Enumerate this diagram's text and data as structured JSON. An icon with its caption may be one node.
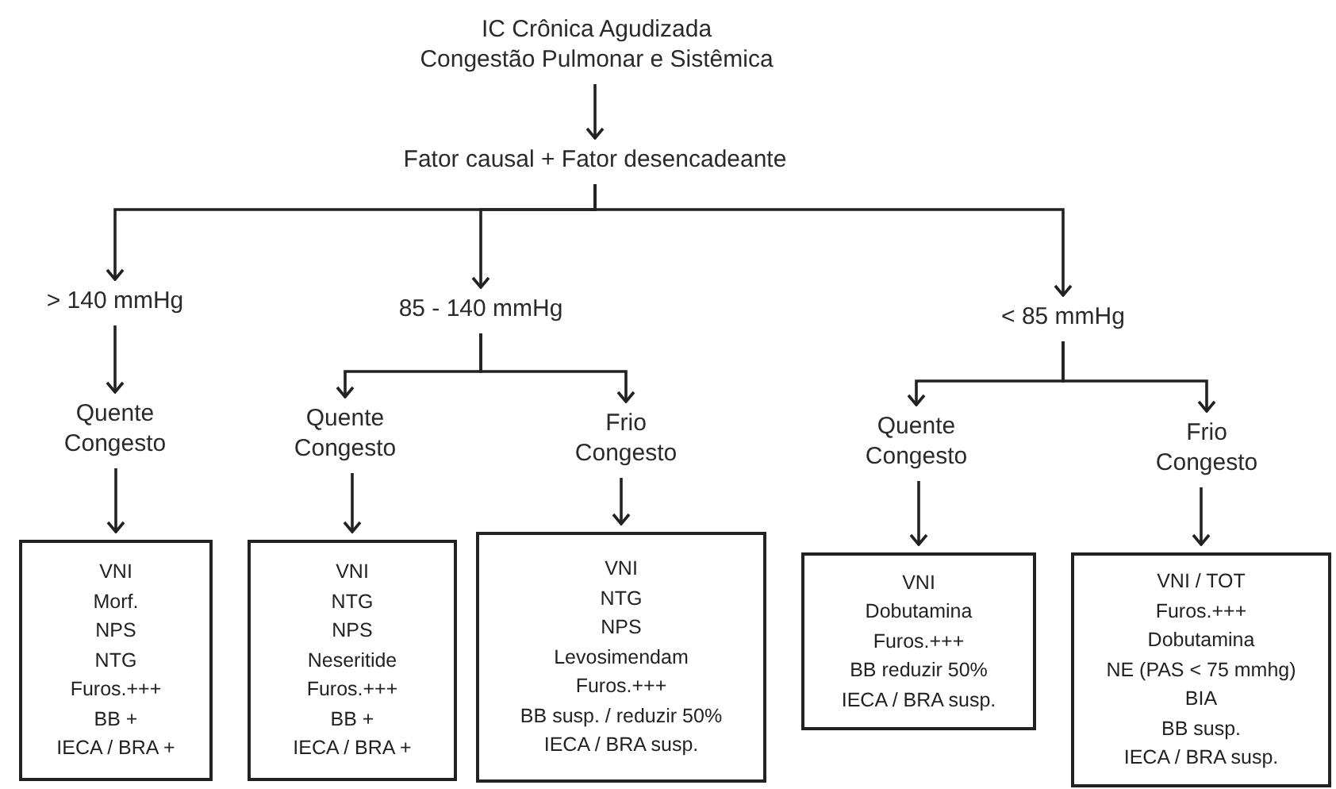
{
  "diagram": {
    "nodes": [
      {
        "text": [
          "IC Crônica Agudizada",
          "Congestão Pulmonar e Sistêmica"
        ]
      },
      {
        "text": [
          "Fator causal + Fator desencadeante"
        ]
      },
      {
        "text": [
          "> 140 mmHg"
        ]
      },
      {
        "text": [
          "85 - 140 mmHg"
        ]
      },
      {
        "text": [
          "< 85 mmHg"
        ]
      },
      {
        "text": [
          "Quente Congesto"
        ]
      },
      {
        "text": [
          "Quente Congesto"
        ]
      },
      {
        "text": [
          "Frio Congesto"
        ]
      },
      {
        "text": [
          "Quente Congesto"
        ]
      },
      {
        "text": [
          "Frio Congesto"
        ]
      },
      {
        "text": [
          "VNI",
          "Morf.",
          "NPS",
          "NTG",
          "Furos.+++",
          "BB +",
          "IECA / BRA +"
        ]
      },
      {
        "text": [
          "VNI",
          "NTG",
          "NPS",
          "Neseritide",
          "Furos.+++",
          "BB +",
          "IECA / BRA +"
        ]
      },
      {
        "text": [
          "VNI",
          "NTG",
          "NPS",
          "Levosimendam",
          "Furos.+++",
          "BB susp. / reduzir 50%",
          "IECA / BRA susp."
        ]
      },
      {
        "text": [
          "VNI",
          "Dobutamina",
          "Furos.+++",
          "BB reduzir 50%",
          "IECA / BRA susp."
        ]
      },
      {
        "text": [
          "VNI / TOT",
          "Furos.+++",
          "Dobutamina",
          "NE (PAS < 75 mmhg)",
          "BIA",
          "BB susp.",
          "IECA / BRA susp."
        ]
      }
    ],
    "edges": [
      {
        "from": 0,
        "to": 1,
        "arrow": "to"
      },
      {
        "from": 1,
        "to": 2,
        "arrow": "to"
      },
      {
        "from": 1,
        "to": 3,
        "arrow": "to"
      },
      {
        "from": 1,
        "to": 4,
        "arrow": "to"
      },
      {
        "from": 2,
        "to": 5,
        "arrow": "to"
      },
      {
        "from": 3,
        "to": 6,
        "arrow": "to"
      },
      {
        "from": 3,
        "to": 7,
        "arrow": "to"
      },
      {
        "from": 4,
        "to": 8,
        "arrow": "to"
      },
      {
        "from": 4,
        "to": 9,
        "arrow": "to"
      },
      {
        "from": 5,
        "to": 10,
        "arrow": "to"
      },
      {
        "from": 6,
        "to": 11,
        "arrow": "to"
      },
      {
        "from": 7,
        "to": 12,
        "arrow": "to"
      },
      {
        "from": 8,
        "to": 13,
        "arrow": "to"
      },
      {
        "from": 9,
        "to": 14,
        "arrow": "to"
      }
    ]
  }
}
